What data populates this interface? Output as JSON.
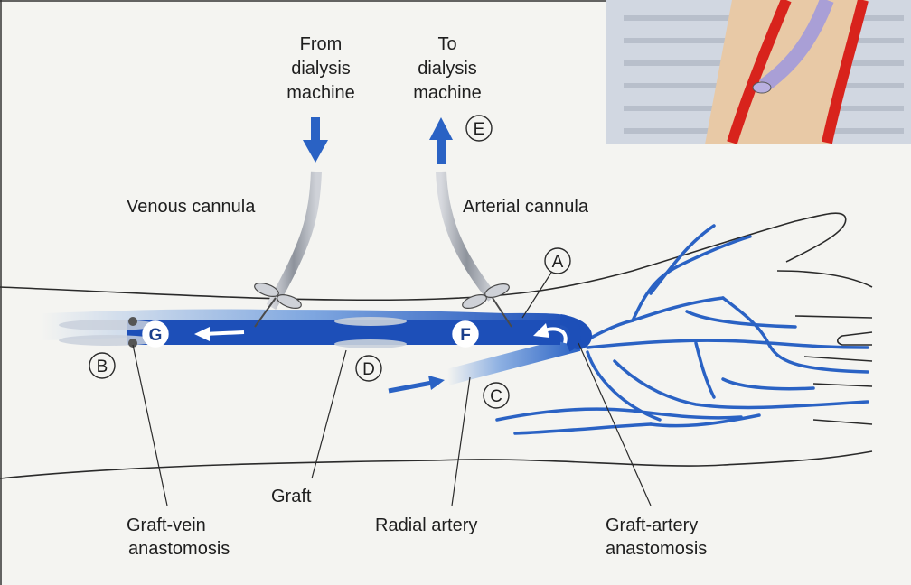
{
  "labels": {
    "from_machine": [
      "From",
      "dialysis",
      "machine"
    ],
    "to_machine": [
      "To",
      "dialysis",
      "machine"
    ],
    "venous_cannula": "Venous cannula",
    "arterial_cannula": "Arterial cannula",
    "graft": "Graft",
    "graft_vein_anastomosis": [
      "Graft-vein",
      "anastomosis"
    ],
    "radial_artery": "Radial artery",
    "graft_artery_anastomosis": [
      "Graft-artery",
      "anastomosis"
    ]
  },
  "markers": {
    "a": "A",
    "b": "B",
    "c": "C",
    "d": "D",
    "e": "E",
    "f": "F",
    "g": "G"
  },
  "colors": {
    "vessel_blue": "#1f5fc8",
    "graft_blue": "#1d4fb8",
    "artery_red": "#d8231c",
    "skin": "#e8c9a6",
    "background": "#f4f4f1"
  }
}
